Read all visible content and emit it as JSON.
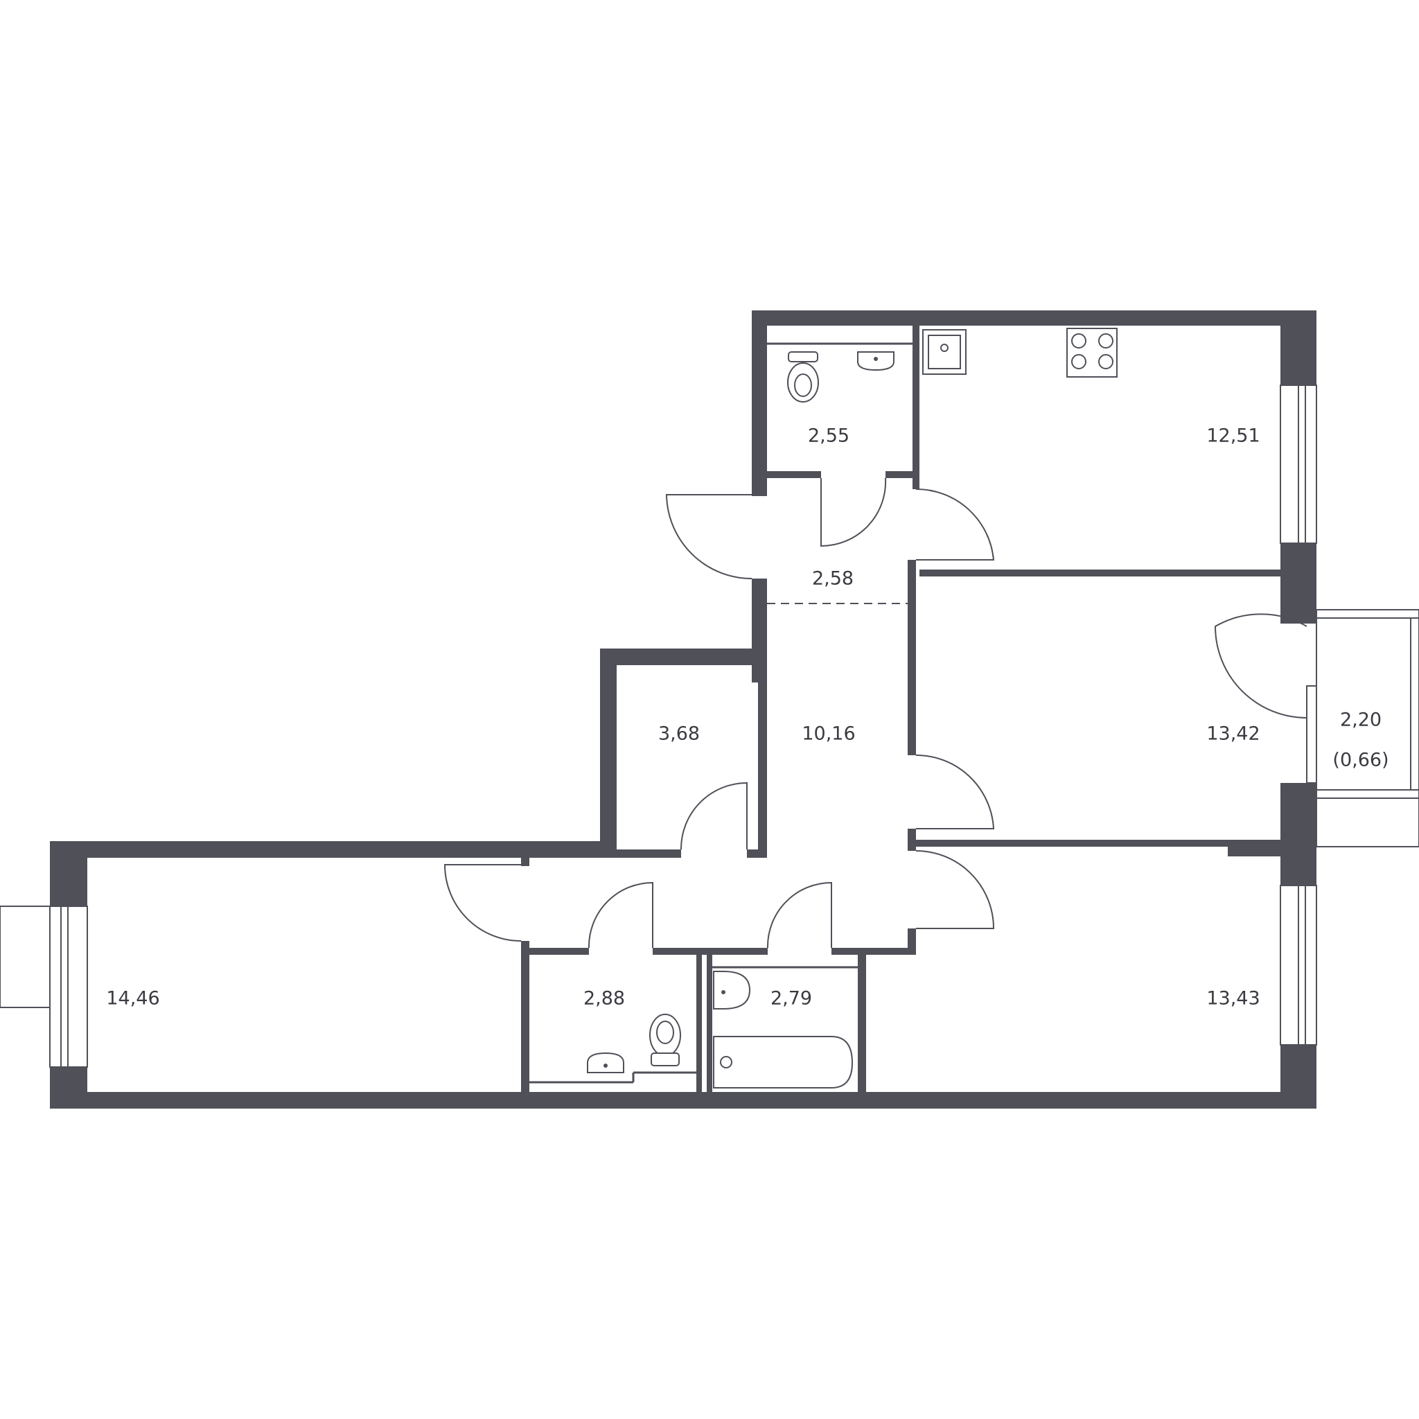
{
  "rooms": {
    "wc_top": "2,55",
    "kitchen": "12,51",
    "vestibule": "2,58",
    "storage": "3,68",
    "hall": "10,16",
    "bedroom_right": "13,42",
    "balcony_area": "2,20",
    "balcony_reduced": "(0,66)",
    "living_left": "14,46",
    "wc_bottom": "2,88",
    "bathroom": "2,79",
    "bedroom_bottom_right": "13,43"
  },
  "colors": {
    "wall": "#4f5058",
    "background": "#ffffff",
    "text": "#3a3b42"
  }
}
